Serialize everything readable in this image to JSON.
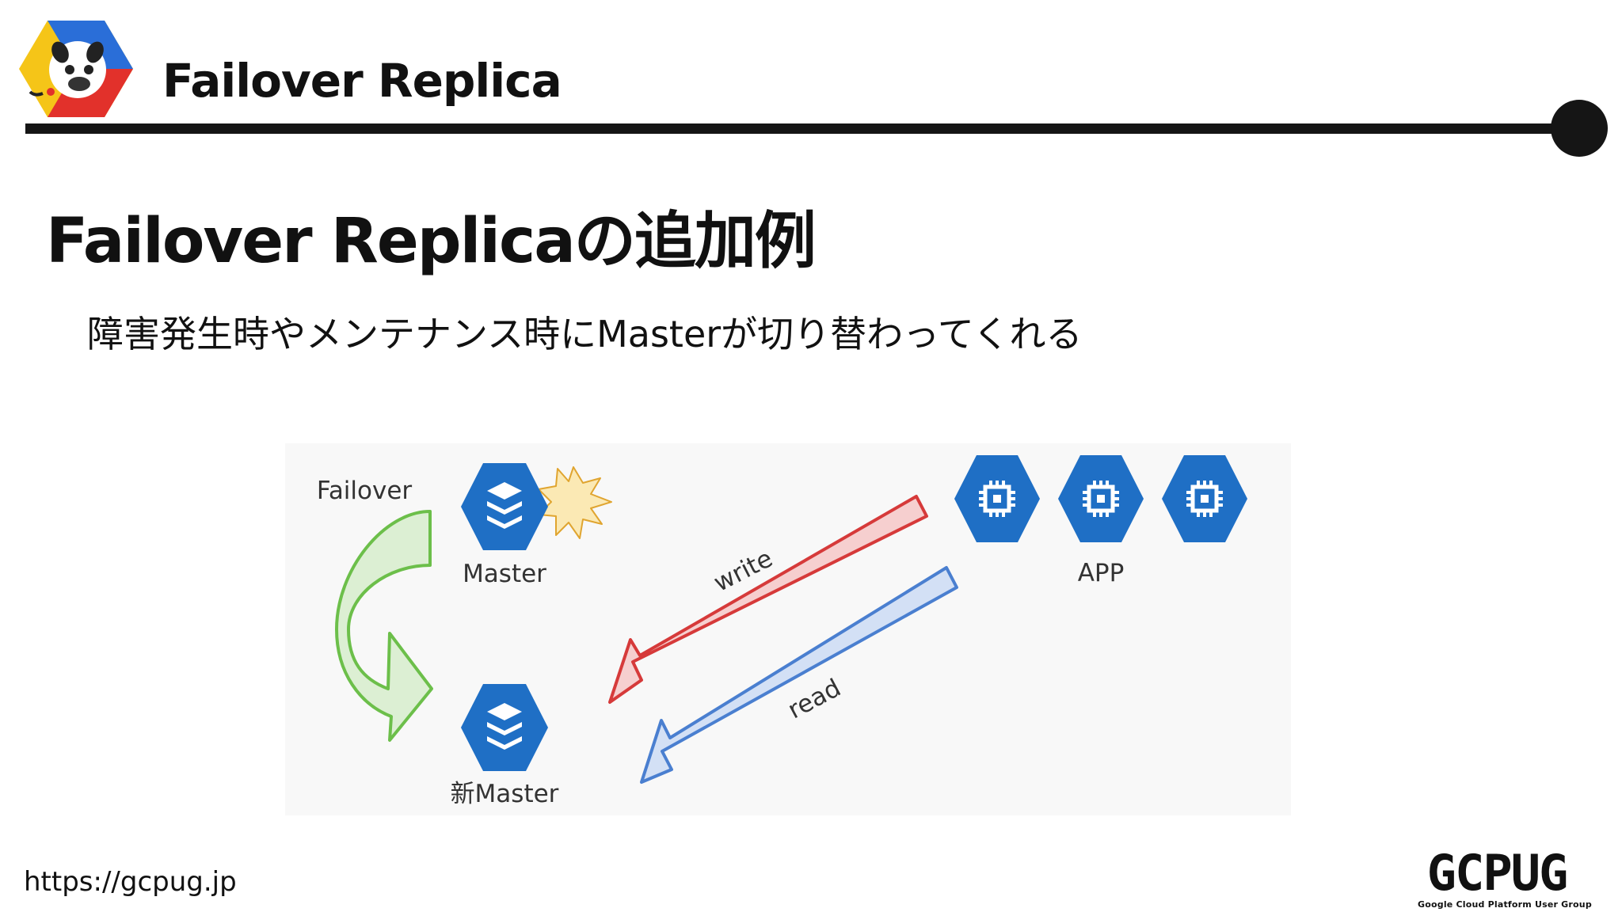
{
  "header": {
    "title": "Failover Replica"
  },
  "main": {
    "title": "Failover Replicaの追加例",
    "subtitle": "障害発生時やメンテナンス時にMasterが切り替わってくれる"
  },
  "diagram": {
    "failover_label": "Failover",
    "master_label": "Master",
    "new_master_label": "新Master",
    "app_label": "APP",
    "write_label": "write",
    "read_label": "read"
  },
  "footer": {
    "url": "https://gcpug.jp",
    "brand": "GCPUG",
    "brand_tagline": "Google Cloud Platform User Group"
  },
  "colors": {
    "gcp_blue": "#1f6fc5",
    "write_stroke": "#d63a3a",
    "write_fill": "#f6cfcf",
    "read_stroke": "#4a7fd0",
    "read_fill": "#d3e0f5",
    "failover_stroke": "#6cbf4a",
    "failover_fill": "#dcefd3",
    "burst_fill": "#fbe9b4",
    "burst_stroke": "#e0a530"
  },
  "icons": {
    "master": "cloud-sql-icon",
    "new_master": "cloud-sql-icon",
    "app": "compute-engine-icon",
    "logo": "pug-logo-icon"
  }
}
